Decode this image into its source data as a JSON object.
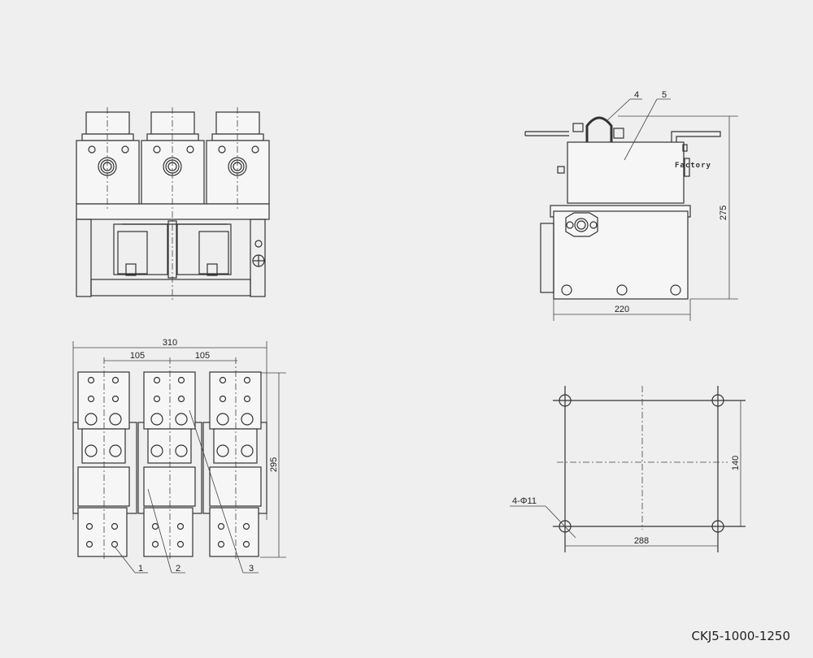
{
  "model": "CKJ5-1000-1250",
  "views": {
    "front": {
      "name": "front-elevation"
    },
    "side": {
      "name": "side-elevation",
      "dimensions": {
        "height": "275",
        "width": "220"
      },
      "callouts": [
        "4",
        "5"
      ],
      "nameplate_text": "Factory"
    },
    "top": {
      "name": "top-plan",
      "dimensions": {
        "overall_width": "310",
        "pitch_left": "105",
        "pitch_right": "105",
        "depth": "295"
      },
      "callouts": [
        "1",
        "2",
        "3"
      ]
    },
    "mounting": {
      "name": "mounting-hole-pattern",
      "dimensions": {
        "hole_spacing_x": "288",
        "hole_spacing_y": "140",
        "hole_spec": "4-Φ11"
      }
    }
  },
  "colors": {
    "background": "#efefef",
    "line": "#333333"
  }
}
